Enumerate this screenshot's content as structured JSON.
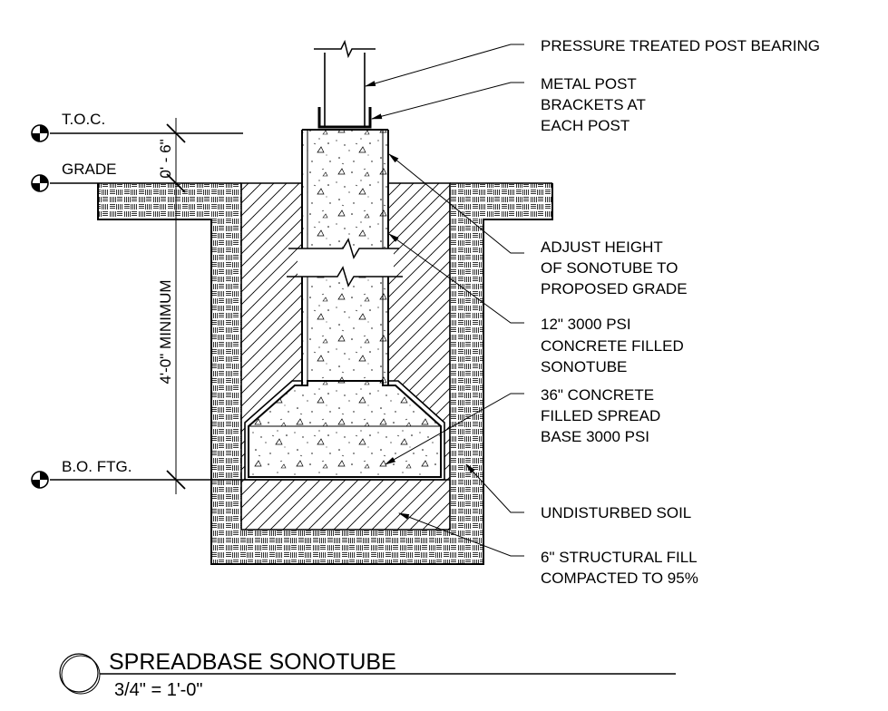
{
  "title": {
    "name": "SPREADBASE SONOTUBE",
    "scale": "3/4\" = 1'-0\""
  },
  "levels": {
    "toc": "T.O.C.",
    "grade": "GRADE",
    "bottom_of_footing": "B.O. FTG."
  },
  "dimensions": {
    "post_above_grade": "0' - 6\"",
    "depth_minimum": "4'-0\" MINIMUM"
  },
  "notes": {
    "post_bearing": [
      "PRESSURE TREATED POST BEARING"
    ],
    "post_brackets": [
      "METAL POST",
      "BRACKETS AT",
      "EACH POST"
    ],
    "adjust_height": [
      "ADJUST HEIGHT",
      "OF SONOTUBE TO",
      "PROPOSED GRADE"
    ],
    "sonotube": [
      "12\" 3000 PSI",
      "CONCRETE FILLED",
      "SONOTUBE"
    ],
    "spread_base": [
      "36\" CONCRETE",
      "FILLED SPREAD",
      "BASE 3000 PSI"
    ],
    "soil": [
      "UNDISTURBED SOIL"
    ],
    "structural_fill": [
      "6\" STRUCTURAL FILL",
      "COMPACTED TO 95%"
    ]
  }
}
